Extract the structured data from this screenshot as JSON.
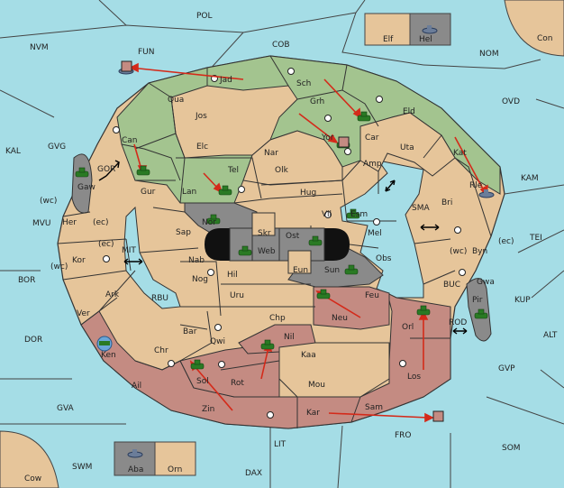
{
  "colors": {
    "sea": "#a5dde6",
    "neutral": "#e6c59a",
    "green_power": "#a3c48f",
    "red_power": "#c48b82",
    "impassable": "#8a8a8a",
    "rail": "#000000",
    "order_arrow": "#d42a1a",
    "army": "#2a7a24"
  },
  "sea_regions": {
    "POL": "POL",
    "NVM": "NVM",
    "FUN": "FUN",
    "COB": "COB",
    "NOM": "NOM",
    "Con": "Con",
    "OVD": "OVD",
    "KAL": "KAL",
    "GVG": "GVG",
    "GOR": "GOR",
    "KAM": "KAM",
    "MVU": "MVU",
    "MIT": "MIT",
    "SMA": "SMA",
    "TEI": "TEI",
    "BOR": "BOR",
    "RBU": "RBU",
    "BUC": "BUC",
    "KUP": "KUP",
    "DOR": "DOR",
    "ROD": "ROD",
    "ALT": "ALT",
    "GVP": "GVP",
    "GVA": "GVA",
    "FRO": "FRO",
    "SOM": "SOM",
    "LIT": "LIT",
    "SWM": "SWM",
    "DAX": "DAX",
    "Cow": "Cow"
  },
  "islands": {
    "Elf": "Elf",
    "Hel": "Hel",
    "Aba": "Aba",
    "Orn": "Orn"
  },
  "provinces": {
    "Jad": "Jad",
    "Sch": "Sch",
    "Qua": "Qua",
    "Jos": "Jos",
    "Grh": "Grh",
    "Eld": "Eld",
    "Can": "Can",
    "Car": "Car",
    "Yor": "Yor",
    "Uta": "Uta",
    "Elc": "Elc",
    "Nar": "Nar",
    "Amp": "Amp",
    "Kat": "Kat",
    "Gaw": "Gaw",
    "Gur": "Gur",
    "Tel": "Tel",
    "Olk": "Olk",
    "Rle": "Rle",
    "Lan": "Lan",
    "Hug": "Hug",
    "Bri": "Bri",
    "Her": "Her",
    "Nor": "Nor",
    "Skr": "Skr",
    "Vil": "Vil",
    "Esm": "Esm",
    "Sap": "Sap",
    "Ost": "Ost",
    "Mel": "Mel",
    "Web": "Web",
    "Kor": "Kor",
    "Nab": "Nab",
    "Byn": "Byn",
    "Eun": "Eun",
    "Obs": "Obs",
    "Sun": "Sun",
    "Hil": "Hil",
    "Nog": "Nog",
    "Gwa": "Gwa",
    "Ark": "Ark",
    "Uru": "Uru",
    "Feu": "Feu",
    "Pir": "Pir",
    "Ver": "Ver",
    "Neu": "Neu",
    "Chp": "Chp",
    "Orl": "Orl",
    "Bar": "Bar",
    "Qwi": "Qwi",
    "Nil": "Nil",
    "Ken": "Ken",
    "Chr": "Chr",
    "Kaa": "Kaa",
    "Sol": "Sol",
    "Rot": "Rot",
    "Los": "Los",
    "Ail": "Ail",
    "Mou": "Mou",
    "Zin": "Zin",
    "Sam": "Sam",
    "Kar": "Kar"
  },
  "coast_marks": {
    "wc1": "(wc)",
    "ec1": "(ec)",
    "ec2": "(ec)",
    "wc2": "(wc)",
    "wc3": "(wc)",
    "ec3": "(ec)"
  }
}
